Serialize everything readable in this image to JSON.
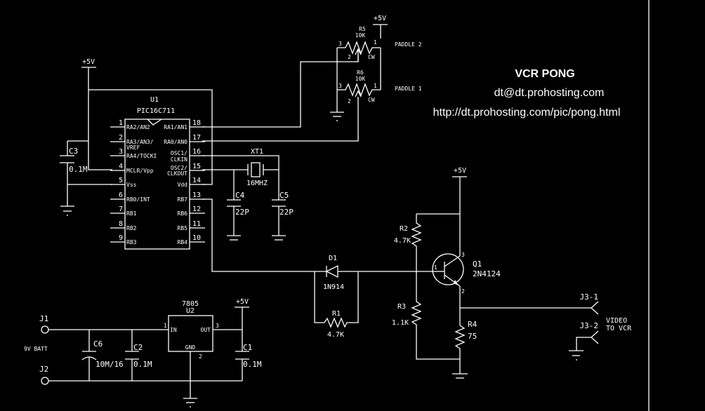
{
  "header": {
    "title": "VCR PONG",
    "email": "dt@dt.prohosting.com",
    "url": "http://dt.prohosting.com/pic/pong.html"
  },
  "power": {
    "label": "+5V"
  },
  "u1": {
    "ref": "U1",
    "part": "PIC16C711",
    "left_pins": [
      {
        "num": "1",
        "name": "RA2/AN2"
      },
      {
        "num": "2",
        "name": "RA3/AN3/"
      },
      {
        "num": "3",
        "name": "RA4/TOCKI"
      },
      {
        "num": "4",
        "name": "MCLR/Vpp"
      },
      {
        "num": "5",
        "name": "Vss"
      },
      {
        "num": "6",
        "name": "RB0/INT"
      },
      {
        "num": "7",
        "name": "RB1"
      },
      {
        "num": "8",
        "name": "RB2"
      },
      {
        "num": "9",
        "name": "RB3"
      }
    ],
    "pin2_extra": "VREF",
    "right_pins": [
      {
        "num": "18",
        "name": "RA1/AN1"
      },
      {
        "num": "17",
        "name": "RA0/AN0"
      },
      {
        "num": "16",
        "name": "OSC1/"
      },
      {
        "num": "15",
        "name": "OSC2/"
      },
      {
        "num": "14",
        "name": "Vdd"
      },
      {
        "num": "13",
        "name": "RB7"
      },
      {
        "num": "12",
        "name": "RB6"
      },
      {
        "num": "11",
        "name": "RB5"
      },
      {
        "num": "10",
        "name": "RB4"
      }
    ],
    "pin16_extra": "CLKIN",
    "pin15_extra": "CLKOUT"
  },
  "components": {
    "c3": {
      "ref": "C3",
      "value": "0.1M"
    },
    "c4": {
      "ref": "C4",
      "value": "22P"
    },
    "c5": {
      "ref": "C5",
      "value": "22P"
    },
    "xt1": {
      "ref": "XT1",
      "value": "16MHZ"
    },
    "r5": {
      "ref": "R5",
      "value": "10K",
      "label": "PADDLE 2"
    },
    "r6": {
      "ref": "R6",
      "value": "10K",
      "label": "PADDLE 1"
    },
    "pot_pins": {
      "p1": "1",
      "p2": "2",
      "p3": "3",
      "cw": "CW"
    },
    "d1": {
      "ref": "D1",
      "value": "1N914"
    },
    "r1": {
      "ref": "R1",
      "value": "4.7K"
    },
    "r2": {
      "ref": "R2",
      "value": "4.7K"
    },
    "r3": {
      "ref": "R3",
      "value": "1.1K"
    },
    "r4": {
      "ref": "R4",
      "value": "75"
    },
    "q1": {
      "ref": "Q1",
      "value": "2N4124",
      "pins": [
        "1",
        "3",
        "2"
      ]
    },
    "j3": {
      "pin1": "J3-1",
      "pin2": "J3-2",
      "label1": "VIDEO",
      "label2": "TO VCR"
    },
    "u2": {
      "ref": "U2",
      "part": "7805",
      "in": "IN",
      "out": "OUT",
      "gnd": "GND",
      "pin_in": "1",
      "pin_out": "3",
      "pin_gnd": "2"
    },
    "j1": {
      "ref": "J1"
    },
    "j2": {
      "ref": "J2"
    },
    "batt": {
      "label": "9V BATT"
    },
    "c6": {
      "ref": "C6",
      "value": "10M/16"
    },
    "c2": {
      "ref": "C2",
      "value": "0.1M"
    },
    "c1": {
      "ref": "C1",
      "value": "0.1M"
    }
  }
}
